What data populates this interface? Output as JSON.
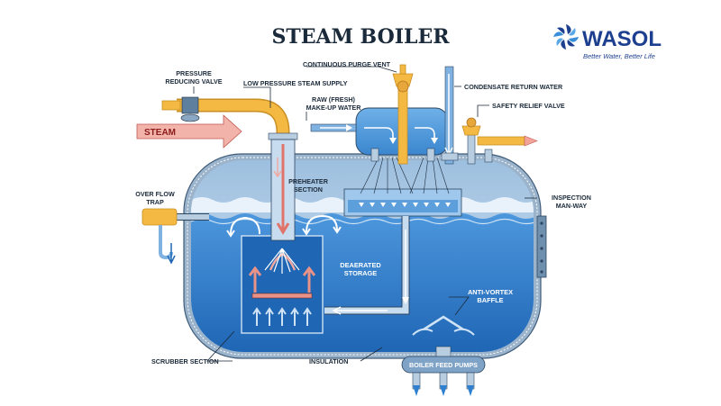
{
  "title": "STEAM BOILER",
  "brand": {
    "name": "WASOL",
    "tagline": "Better Water, Better Life"
  },
  "labels": {
    "pressure_reducing_1": "PRESSURE",
    "pressure_reducing_2": "REDUCING VALVE",
    "low_pressure_steam": "LOW PRESSURE STEAM SUPPLY",
    "continuous_purge": "CONTINUOUS PURGE VENT",
    "condensate_return": "CONDENSATE RETURN WATER",
    "raw_makeup_1": "RAW (FRESH)",
    "raw_makeup_2": "MAKE-UP WATER",
    "safety_relief": "SAFETY RELIEF VALVE",
    "steam": "STEAM",
    "preheater_1": "PREHEATER",
    "preheater_2": "SECTION",
    "overflow_1": "OVER FLOW",
    "overflow_2": "TRAP",
    "inspection_1": "INSPECTION",
    "inspection_2": "MAN-WAY",
    "deaerated_1": "DEAERATED",
    "deaerated_2": "STORAGE",
    "anti_vortex_1": "ANTI-VORTEX",
    "anti_vortex_2": "BAFFLE",
    "scrubber": "SCRUBBER SECTION",
    "insulation": "INSULATION",
    "feed_pumps": "BOILER FEED PUMPS"
  },
  "colors": {
    "shell": "#8aa8c4",
    "water": "#2f7fd0",
    "water_deep": "#1f66b5",
    "air": "#c8dcee",
    "pipe_blue": "#7fb2e0",
    "pipe_steam": "#f0a8a0",
    "pipe_gold": "#f4b942",
    "title": "#1b2a3a",
    "brand": "#1d3f8f"
  }
}
